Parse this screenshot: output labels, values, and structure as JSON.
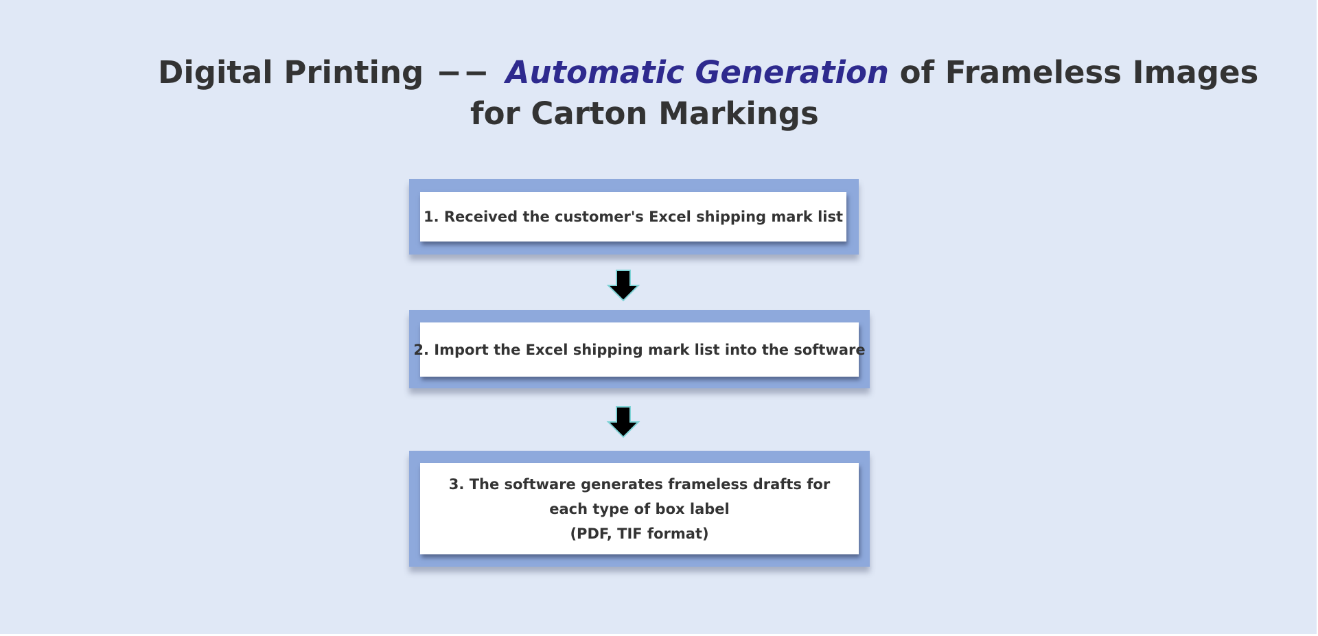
{
  "title": {
    "part1": "Digital Printing",
    "dash": "−−",
    "emphasis": "Automatic Generation",
    "part2": "of Frameless Images",
    "line2": "for Carton Markings"
  },
  "steps": [
    {
      "lines": [
        "1. Received the customer's Excel shipping mark list"
      ]
    },
    {
      "lines": [
        "2. Import the Excel shipping mark list into the software"
      ]
    },
    {
      "lines": [
        "3. The software generates frameless drafts for",
        "each type of box label",
        "(PDF, TIF format)"
      ]
    }
  ],
  "colors": {
    "background": "#e0e8f6",
    "title_text": "#333333",
    "title_emphasis": "#2e2a8e",
    "box_border": "#8ea9dc",
    "box_fill": "#ffffff",
    "arrow_fill": "#000000",
    "arrow_outline": "#7fd3d6"
  },
  "icons": {
    "connector": "arrow-down-icon"
  }
}
